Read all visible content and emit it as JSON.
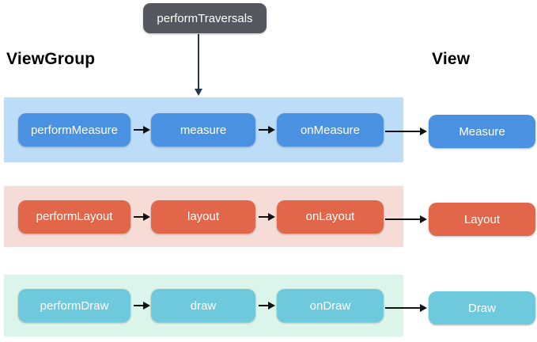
{
  "diagram": {
    "root": {
      "label": "performTraversals"
    },
    "headings": {
      "left": "ViewGroup",
      "right": "View"
    },
    "rows": [
      {
        "name": "measure",
        "steps": [
          "performMeasure",
          "measure",
          "onMeasure"
        ],
        "result": "Measure",
        "container_color": "#bcdcf7",
        "box_color": "#4a91e2"
      },
      {
        "name": "layout",
        "steps": [
          "performLayout",
          "layout",
          "onLayout"
        ],
        "result": "Layout",
        "container_color": "#f6dcd6",
        "box_color": "#e2674a"
      },
      {
        "name": "draw",
        "steps": [
          "performDraw",
          "draw",
          "onDraw"
        ],
        "result": "Draw",
        "container_color": "#dcf5ea",
        "box_color": "#6fc9dc"
      }
    ],
    "colors": {
      "root_box": "#54585e",
      "root_arrow": "#22384e",
      "step_arrow": "#111111",
      "node_text": "#ffffff",
      "heading_text": "#000000",
      "page_background": "#ffffff"
    }
  }
}
